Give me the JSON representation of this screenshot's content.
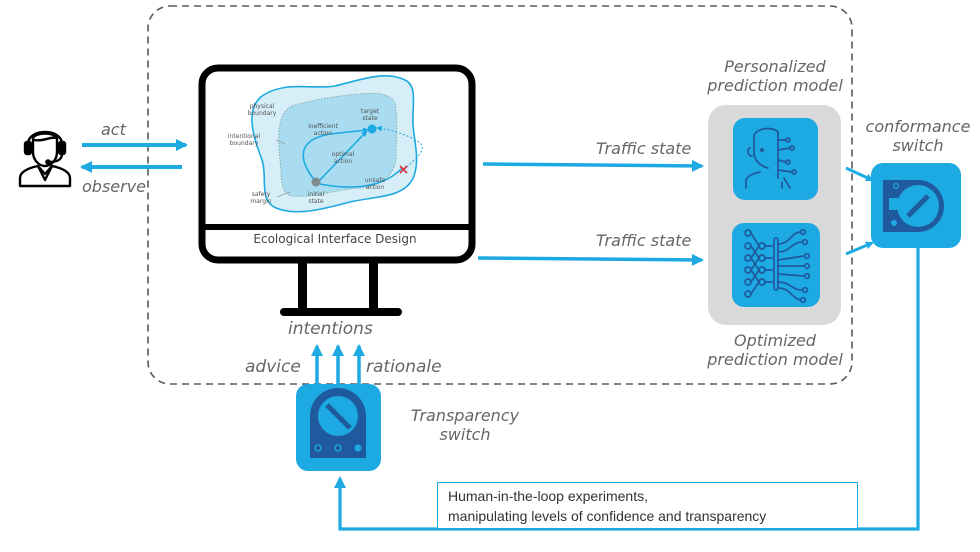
{
  "diagram": {
    "colors": {
      "accent": "#1da9e1",
      "dark_blue": "#1f5a9e",
      "gray_panel": "#d9d9d9",
      "label_gray": "#666666",
      "dashed_border": "#595959",
      "monitor_black": "#000000"
    },
    "operator": {
      "icon": "operator-headset-icon",
      "act_label": "act",
      "observe_label": "observe"
    },
    "monitor": {
      "caption": "Ecological Interface Design",
      "intentions_label": "intentions",
      "inner_diagram": {
        "labels": {
          "physical_boundary": [
            "physical",
            "boundary"
          ],
          "intentional_boundary": [
            "intentional",
            "boundary"
          ],
          "safety_margin": [
            "safety",
            "margin"
          ],
          "inefficient_action": [
            "inefficient",
            "action"
          ],
          "optimal_action": [
            "optimal",
            "action"
          ],
          "unsafe_action": [
            "unsafe",
            "action"
          ],
          "target_state": [
            "target",
            "state"
          ],
          "initial_state": [
            "initial",
            "state"
          ]
        }
      }
    },
    "flows": {
      "traffic_state_top": "Traffic state",
      "traffic_state_bottom": "Traffic state",
      "advice_label": "advice",
      "rationale_label": "rationale"
    },
    "models": {
      "personalized": {
        "label_line1": "Personalized",
        "label_line2": "prediction model",
        "icon": "human-ai-face-icon"
      },
      "optimized": {
        "label_line1": "Optimized",
        "label_line2": "prediction model",
        "icon": "neural-circuit-icon"
      }
    },
    "conformance_switch": {
      "label_line1": "conformance",
      "label_line2": "switch",
      "icon": "rotary-switch-icon"
    },
    "transparency_switch": {
      "label_line1": "Transparency",
      "label_line2": "switch",
      "icon": "rotary-switch-icon"
    },
    "experiment_note": {
      "line1": "Human-in-the-loop experiments,",
      "line2": "manipulating levels of confidence and transparency"
    }
  }
}
